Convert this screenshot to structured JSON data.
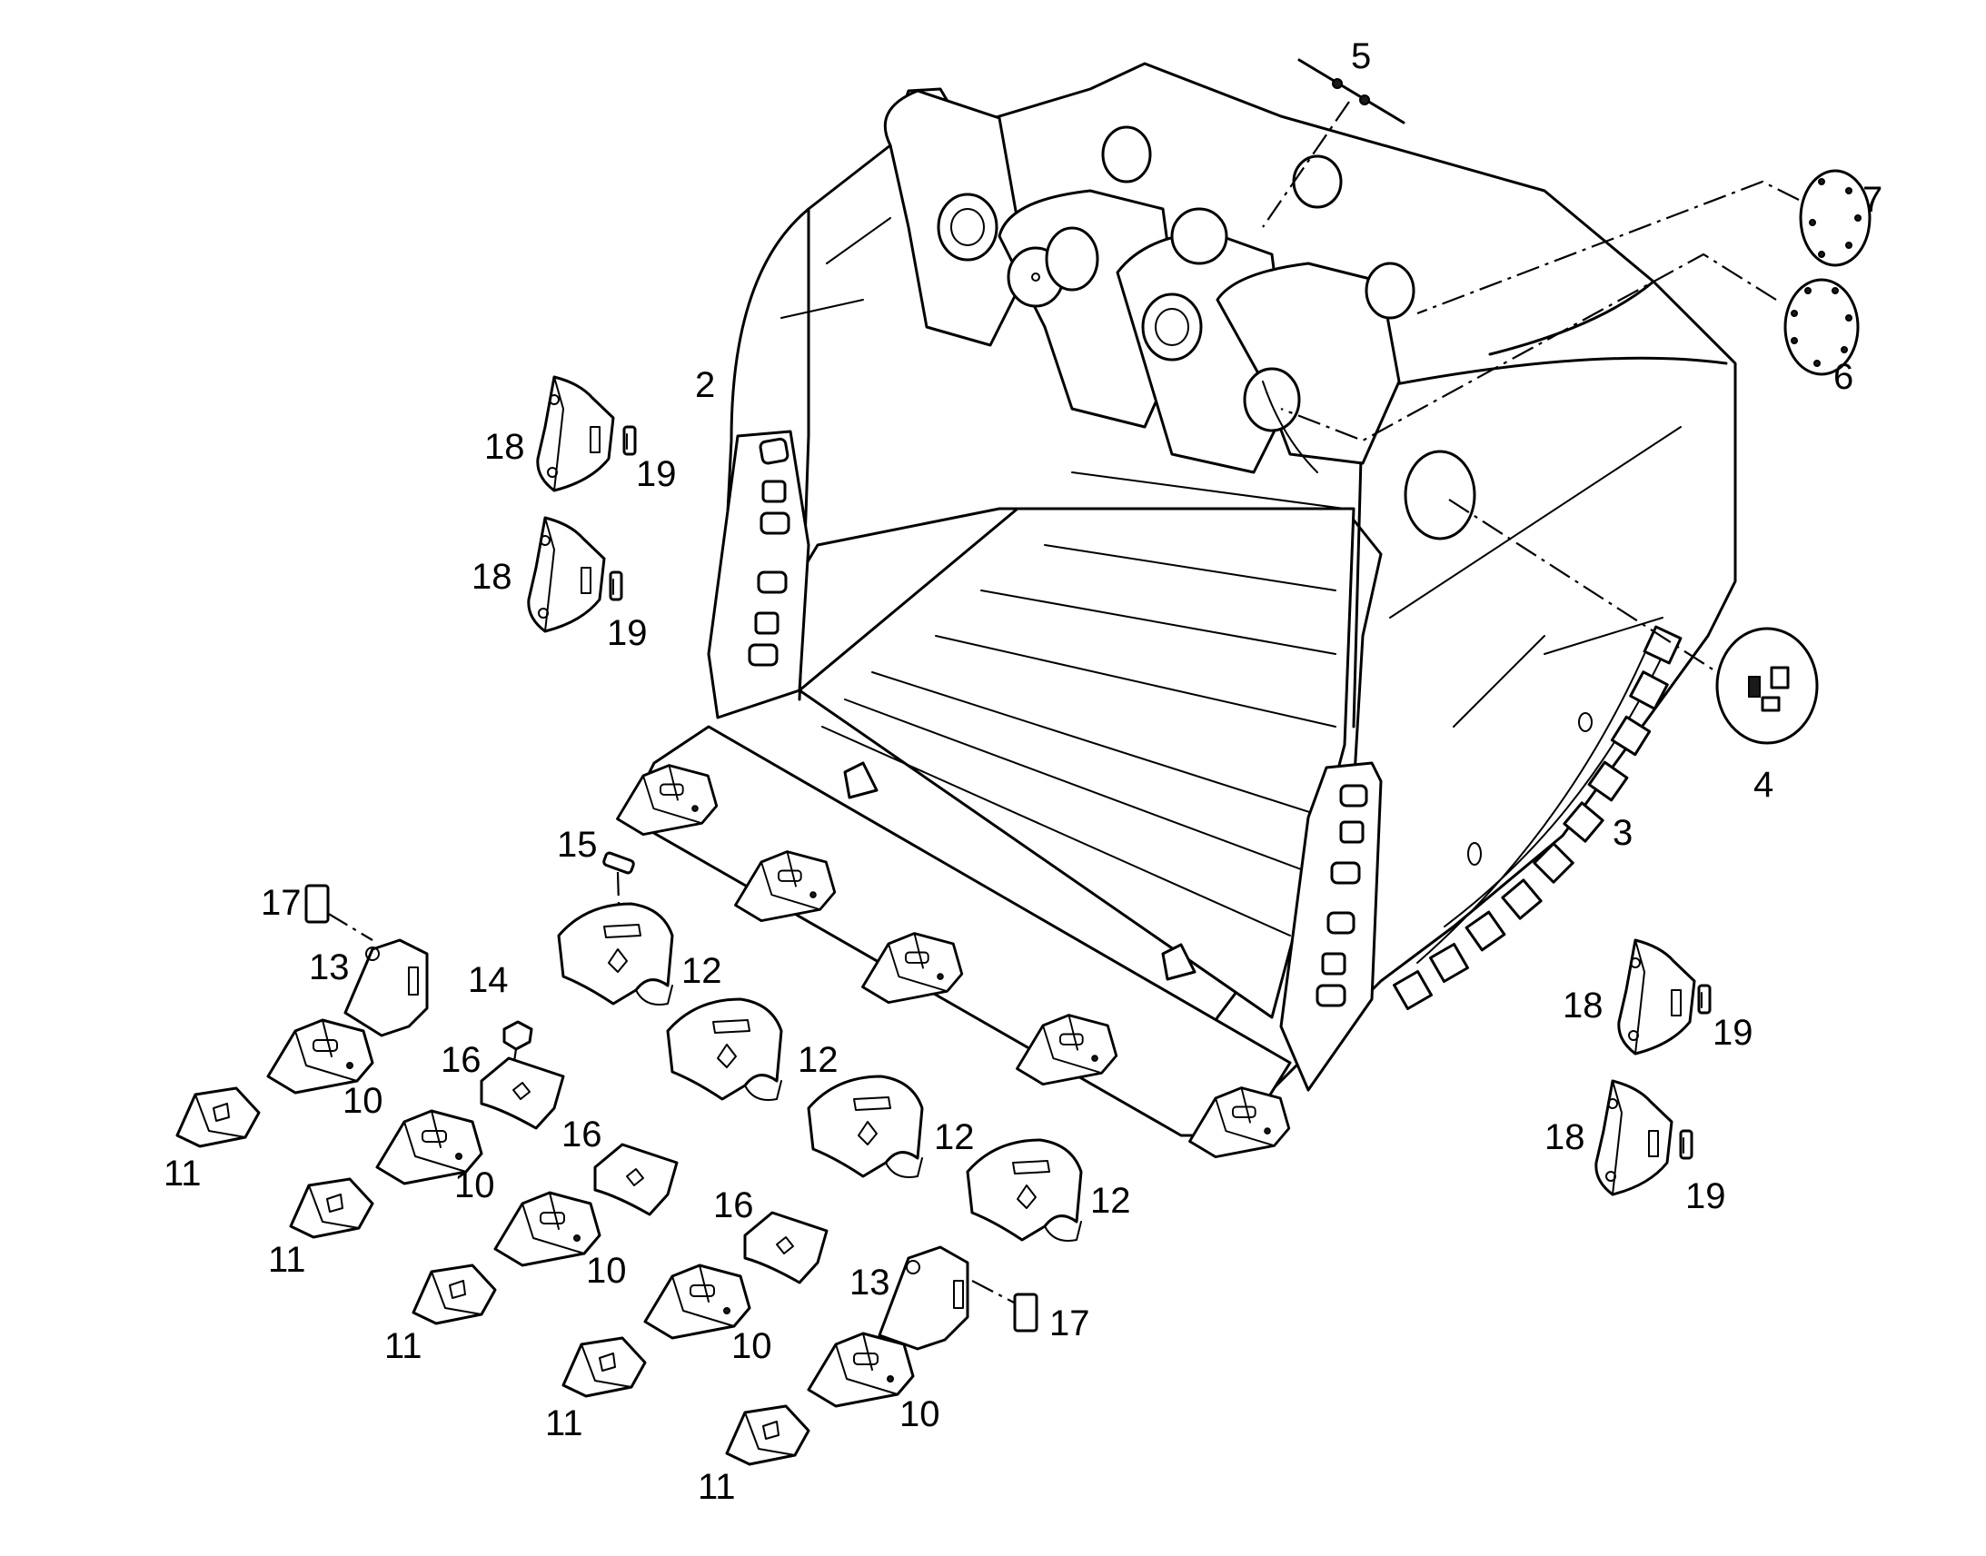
{
  "diagram": {
    "callouts": {
      "c2": "2",
      "c3": "3",
      "c4": "4",
      "c5": "5",
      "c6": "6",
      "c7": "7",
      "c10a": "10",
      "c10b": "10",
      "c10c": "10",
      "c10d": "10",
      "c10e": "10",
      "c11a": "11",
      "c11b": "11",
      "c11c": "11",
      "c11d": "11",
      "c11e": "11",
      "c12a": "12",
      "c12b": "12",
      "c12c": "12",
      "c12d": "12",
      "c13a": "13",
      "c13b": "13",
      "c14": "14",
      "c15": "15",
      "c16a": "16",
      "c16b": "16",
      "c16c": "16",
      "c17a": "17",
      "c17b": "17",
      "c18a": "18",
      "c18b": "18",
      "c18c": "18",
      "c18d": "18",
      "c19a": "19",
      "c19b": "19",
      "c19c": "19",
      "c19d": "19"
    }
  }
}
